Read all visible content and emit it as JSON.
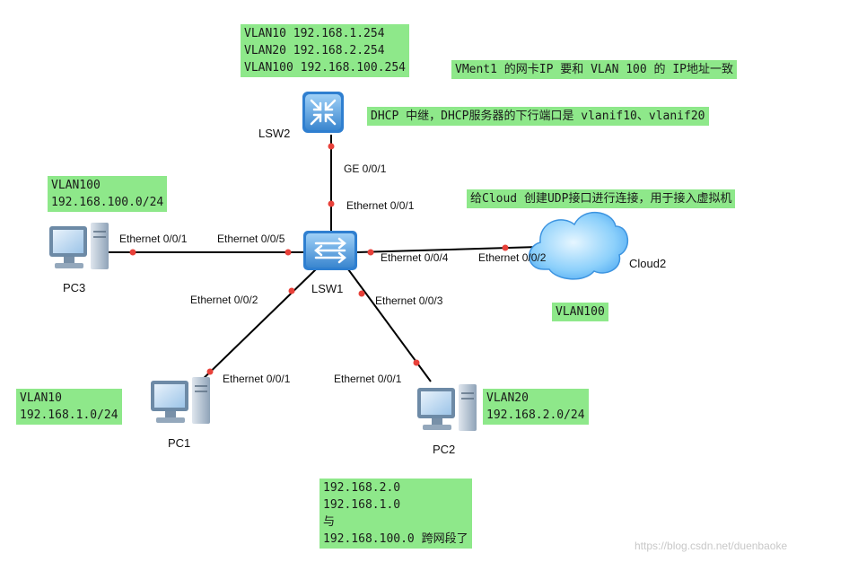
{
  "devices": {
    "lsw2": "LSW2",
    "lsw1": "LSW1",
    "pc1": "PC1",
    "pc2": "PC2",
    "pc3": "PC3",
    "cloud2": "Cloud2"
  },
  "ports": {
    "lsw2_ge": "GE 0/0/1",
    "lsw1_e1": "Ethernet 0/0/1",
    "pc3_e1": "Ethernet 0/0/1",
    "lsw1_e5": "Ethernet 0/0/5",
    "lsw1_e4": "Ethernet 0/0/4",
    "cloud_e2": "Ethernet 0/0/2",
    "lsw1_e2": "Ethernet 0/0/2",
    "lsw1_e3": "Ethernet 0/0/3",
    "pc1_e1": "Ethernet 0/0/1",
    "pc2_e1": "Ethernet 0/0/1"
  },
  "notes": {
    "lsw2_vlans": "VLAN10 192.168.1.254\nVLAN20 192.168.2.254\nVLAN100 192.168.100.254",
    "vment": "VMent1 的网卡IP 要和 VLAN 100 的 IP地址一致",
    "dhcp": "DHCP 中继，DHCP服务器的下行端口是 vlanif10、vlanif20",
    "cloud": "给Cloud 创建UDP接口进行连接，用于接入虚拟机",
    "pc3_vlan": "VLAN100\n192.168.100.0/24",
    "cloud_vlan": "VLAN100",
    "pc1_vlan": "VLAN10\n192.168.1.0/24",
    "pc2_vlan": "VLAN20\n192.168.2.0/24",
    "summary": "192.168.2.0\n192.168.1.0\n与\n192.168.100.0 跨网段了"
  },
  "watermark": "https://blog.csdn.net/duenbaoke",
  "colors": {
    "note_bg": "#8ee88a",
    "link": "#000000",
    "port_dot": "#e8413a",
    "device_blue": "#4a90d9",
    "cloud_blue": "#5aa8f0"
  },
  "icons": [
    "router-icon",
    "switch-icon",
    "pc-icon",
    "cloud-icon"
  ]
}
